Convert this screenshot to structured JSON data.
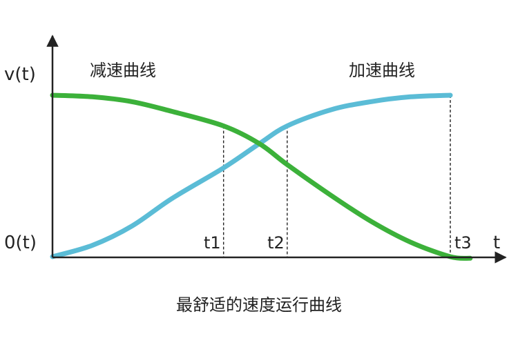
{
  "chart_data": {
    "type": "line",
    "title": "",
    "caption": "最舒适的速度运行曲线",
    "xlabel": "t",
    "ylabel": "v(t)",
    "y_origin_label": "0(t)",
    "xlim": [
      0,
      1
    ],
    "ylim": [
      0,
      1
    ],
    "grid": false,
    "legend": "none",
    "ticks": [
      {
        "label": "t1",
        "x": 0.43
      },
      {
        "label": "t2",
        "x": 0.59
      },
      {
        "label": "t3",
        "x": 1.0
      }
    ],
    "series": [
      {
        "name": "减速曲线",
        "color": "#3cb13a",
        "x": [
          0,
          0.1,
          0.2,
          0.3,
          0.43,
          0.52,
          0.59,
          0.7,
          0.8,
          0.9,
          1.0,
          1.05
        ],
        "y": [
          1.0,
          0.99,
          0.96,
          0.9,
          0.81,
          0.7,
          0.57,
          0.38,
          0.22,
          0.09,
          0.0,
          -0.01
        ]
      },
      {
        "name": "加速曲线",
        "color": "#5bbcd6",
        "x": [
          0,
          0.1,
          0.2,
          0.3,
          0.43,
          0.52,
          0.59,
          0.7,
          0.8,
          0.9,
          1.0
        ],
        "y": [
          0.0,
          0.07,
          0.19,
          0.36,
          0.55,
          0.7,
          0.81,
          0.91,
          0.96,
          0.99,
          1.0
        ]
      }
    ]
  }
}
